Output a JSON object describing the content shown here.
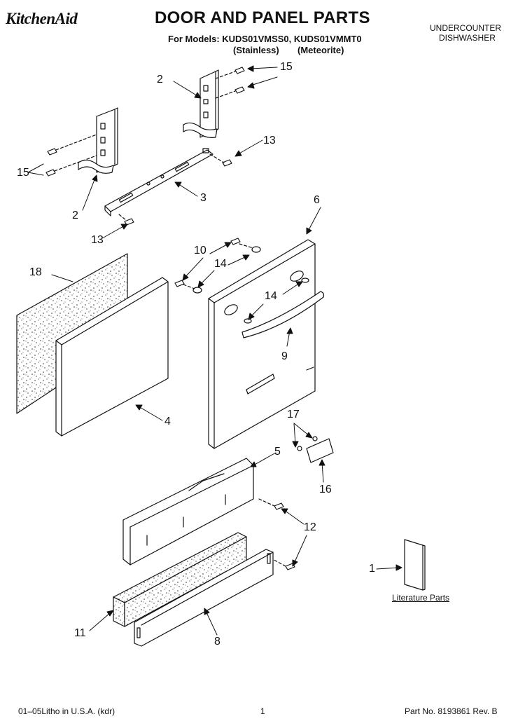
{
  "header": {
    "brand": "KitchenAid",
    "title": "DOOR AND PANEL PARTS",
    "models_line": "For Models: KUDS01VMSS0, KUDS01VMMT0",
    "variant_1": "(Stainless)",
    "variant_2": "(Meteorite)",
    "product_line_1": "UNDERCOUNTER",
    "product_line_2": "DISHWASHER"
  },
  "callouts": {
    "c1": "1",
    "c2a": "2",
    "c2b": "2",
    "c3": "3",
    "c4": "4",
    "c5": "5",
    "c6": "6",
    "c8": "8",
    "c9": "9",
    "c10": "10",
    "c11": "11",
    "c12": "12",
    "c13a": "13",
    "c13b": "13",
    "c14a": "14",
    "c14b": "14",
    "c15a": "15",
    "c15b": "15",
    "c16": "16",
    "c17": "17",
    "c18": "18"
  },
  "literature_label": "Literature Parts",
  "footer": {
    "litho": "01–05Litho in U.S.A. (kdr)",
    "page": "1",
    "part_no": "Part No. 8193861 Rev. B"
  }
}
